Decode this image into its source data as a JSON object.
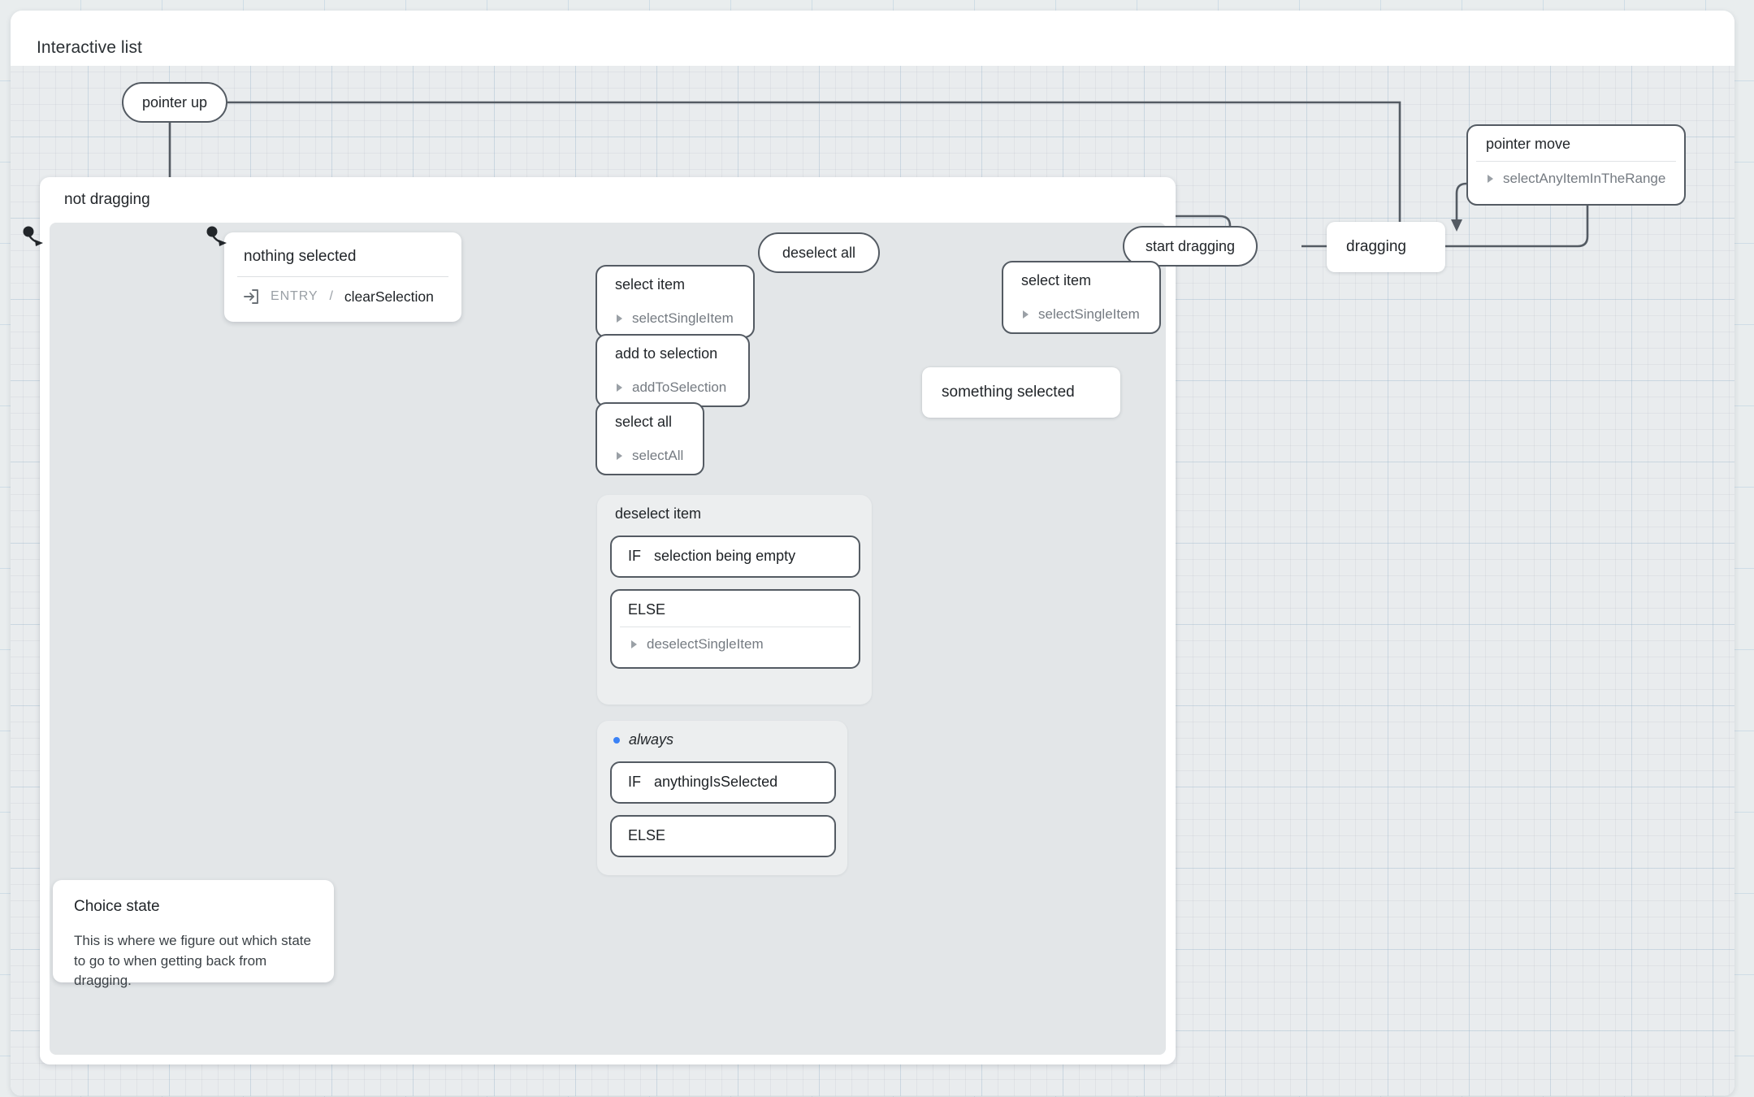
{
  "machine": {
    "title": "Interactive list"
  },
  "states": {
    "not_dragging": {
      "label": "not dragging"
    },
    "nothing_selected": {
      "label": "nothing selected",
      "entry_keyword": "ENTRY",
      "entry_separator": "/",
      "entry_action": "clearSelection",
      "entry_icon": "enter-arrow-icon"
    },
    "something_selected": {
      "label": "something selected"
    },
    "dragging": {
      "label": "dragging"
    },
    "choice_state": {
      "label": "Choice state",
      "description": "This is where we figure out which state to go to when getting back from dragging."
    }
  },
  "events": {
    "pointer_up": {
      "label": "pointer up"
    },
    "start_dragging": {
      "label": "start dragging"
    },
    "deselect_all": {
      "label": "deselect all"
    },
    "pointer_move": {
      "label": "pointer move",
      "actions": [
        "selectAnyItemInTheRange"
      ]
    },
    "select_item_left": {
      "label": "select item",
      "actions": [
        "selectSingleItem"
      ]
    },
    "select_item_right": {
      "label": "select item",
      "actions": [
        "selectSingleItem"
      ]
    },
    "add_to_selection": {
      "label": "add to selection",
      "actions": [
        "addToSelection"
      ]
    },
    "select_all": {
      "label": "select all",
      "actions": [
        "selectAll"
      ]
    },
    "deselect_item": {
      "label": "deselect item",
      "branches": [
        {
          "keyword": "IF",
          "guard": "selection being empty",
          "actions": []
        },
        {
          "keyword": "ELSE",
          "guard": "",
          "actions": [
            "deselectSingleItem"
          ]
        }
      ]
    },
    "always": {
      "label": "always",
      "marker": "blue-dot",
      "branches": [
        {
          "keyword": "IF",
          "guard": "anythingIsSelected",
          "actions": []
        },
        {
          "keyword": "ELSE",
          "guard": "",
          "actions": []
        }
      ]
    }
  },
  "colors": {
    "canvas": "#e9ecee",
    "node_border": "#545b63",
    "edge": "#545b63",
    "always_dot": "#3b82f6",
    "muted_text": "#757b82",
    "title_text": "#22262a"
  }
}
